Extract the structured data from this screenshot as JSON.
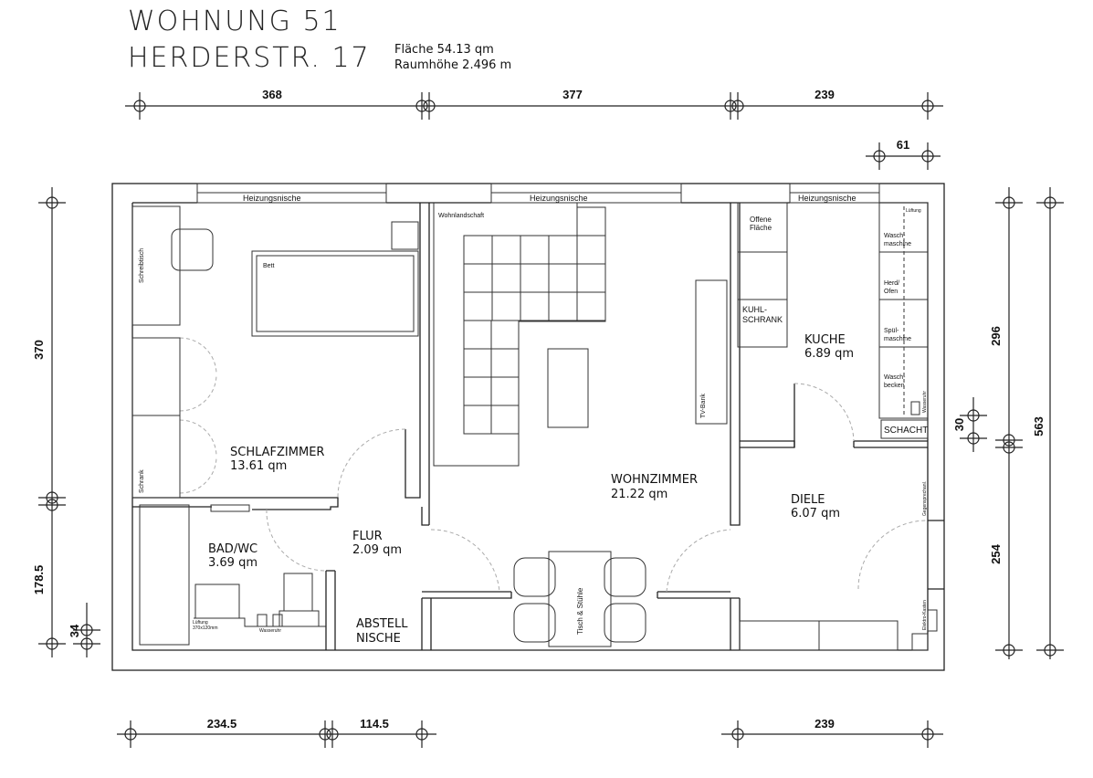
{
  "header": {
    "title_line1": "WOHNUNG 51",
    "title_line2": "HERDERSTR. 17",
    "area": "Fläche 54.13 qm",
    "room_height": "Raumhöhe 2.496 m"
  },
  "dimensions": {
    "top": [
      "368",
      "377",
      "239"
    ],
    "top_small": "61",
    "bottom": [
      "234.5",
      "114.5",
      "239"
    ],
    "left": [
      "370",
      "178.5"
    ],
    "left_small": "34",
    "right": [
      "296",
      "254"
    ],
    "right_total": "563",
    "right_small": "30"
  },
  "rooms": {
    "schlafzimmer": {
      "name": "SCHLAFZIMMER",
      "area": "13.61 qm"
    },
    "wohnzimmer": {
      "name": "WOHNZIMMER",
      "area": "21.22 qm"
    },
    "kueche": {
      "name": "KUCHE",
      "area": "6.89 qm"
    },
    "diele": {
      "name": "DIELE",
      "area": "6.07 qm"
    },
    "bad": {
      "name": "BAD/WC",
      "area": "3.69 qm"
    },
    "flur": {
      "name": "FLUR",
      "area": "2.09 qm"
    },
    "abstell": {
      "line1": "ABSTELL",
      "line2": "NISCHE"
    }
  },
  "labels": {
    "heizungsnische": "Heizungsnische",
    "schreibtisch": "Schreibtisch",
    "bett": "Bett",
    "schrank": "Schrank",
    "wohnlandschaft": "Wohnlandschaft",
    "tv_bank": "TV-Bank",
    "tisch": "Tisch & Stühle",
    "offene1": "Offene",
    "offene2": "Fläche",
    "kuhl1": "KUHL-",
    "kuhl2": "SCHRANK",
    "lueftung": "Lüftung",
    "wasch1": "Wasch-",
    "wasch2": "maschine",
    "herd1": "Herd/",
    "herd2": "Ofen",
    "spuel1": "Spül-",
    "spuel2": "maschine",
    "becken1": "Wasch-",
    "becken2": "becken",
    "wasseruhr": "Wasseruhr",
    "schacht": "SCHACHT",
    "gegensprech": "Gegensprechanl.",
    "elektro": "Elektro-Kasten",
    "bad_lueftung1": "Lüftung",
    "bad_lueftung2": "370x120mm",
    "bad_wasseruhr": "Wasseruhr"
  }
}
